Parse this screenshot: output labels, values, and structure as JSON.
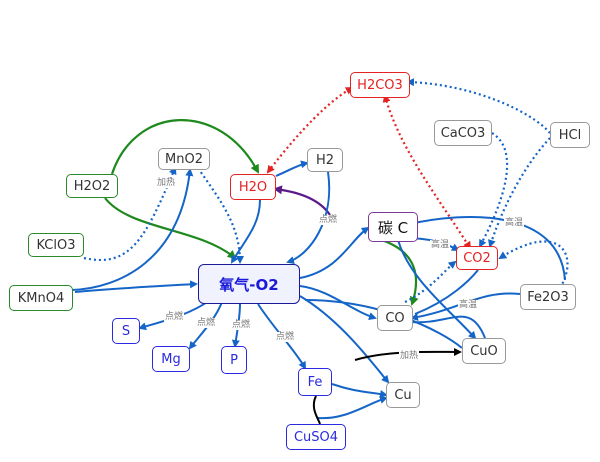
{
  "nodes": {
    "o2": "氧气-O2",
    "h2o2": "H2O2",
    "kclo3": "KClO3",
    "kmno4": "KMnO4",
    "mno2": "MnO2",
    "h2o": "H2O",
    "h2": "H2",
    "h2co3": "H2CO3",
    "caco3": "CaCO3",
    "hcl": "HCl",
    "c": "碳 C",
    "co2": "CO2",
    "co": "CO",
    "fe2o3": "Fe2O3",
    "cuo": "CuO",
    "cu": "Cu",
    "s": "S",
    "mg": "Mg",
    "p": "P",
    "fe": "Fe",
    "cuso4": "CuSO4"
  },
  "edge_labels": {
    "heat_kclo3": "加热",
    "ignite_h2": "点燃",
    "ignite_s": "点燃",
    "ignite_mg": "点燃",
    "ignite_p": "点燃",
    "ignite_fe": "点燃",
    "hightemp_c_co2": "高温",
    "hightemp_fe2o3": "高温",
    "hightemp_co": "高温",
    "heat_cuo": "加热"
  },
  "colors": {
    "blue_edge": "#1565c8",
    "green_edge": "#1e8a1e",
    "red_edge": "#e52222",
    "purple_edge": "#5a1a8a",
    "black_edge": "#000000"
  }
}
